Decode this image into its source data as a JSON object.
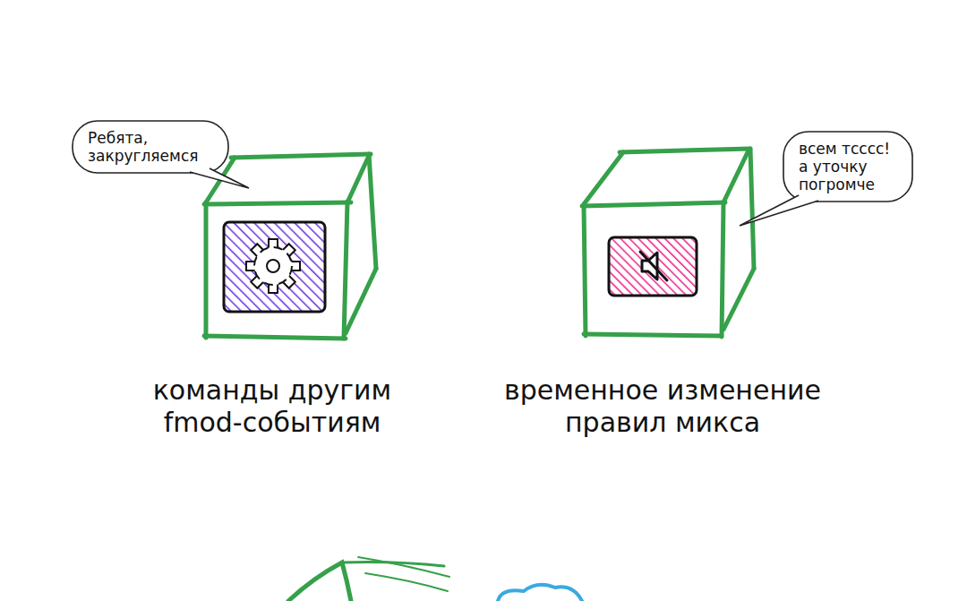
{
  "diagram": {
    "nodes": [
      {
        "text": [
          "Ребята, закругляемся"
        ]
      },
      {
        "text": [
          "команды другим fmod-событиям"
        ]
      },
      {
        "text": [
          "временное изменение правил микса"
        ]
      },
      {
        "text": [
          "всем тсссс! а уточку погромче"
        ]
      }
    ]
  }
}
